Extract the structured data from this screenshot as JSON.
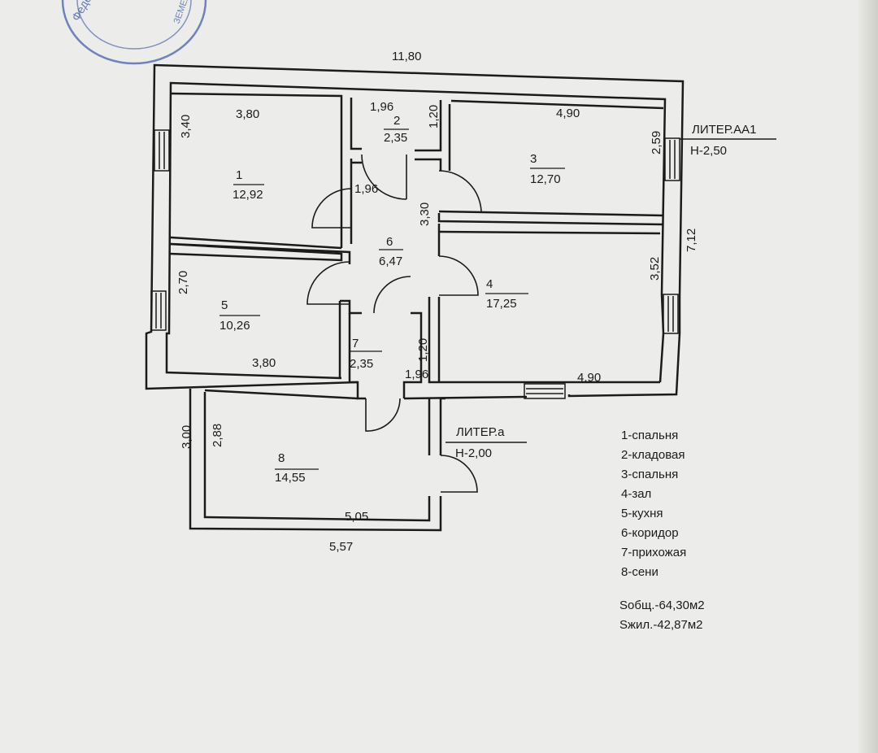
{
  "stamp": {
    "line1": "Федера",
    "line2": "ЗЕМЕЛЬ"
  },
  "overall": {
    "width_top": "11,80",
    "depth_right": "7,12"
  },
  "rooms": {
    "r1": {
      "num": "1",
      "area": "12,92",
      "w": "3,80",
      "h": "3,40"
    },
    "r2": {
      "num": "2",
      "area": "2,35",
      "w": "1,96",
      "h": "1,20",
      "w_bottom": "1,96"
    },
    "r3": {
      "num": "3",
      "area": "12,70",
      "w": "4,90",
      "h": "2,59"
    },
    "r4": {
      "num": "4",
      "area": "17,25",
      "w": "4,90",
      "h": "3,52"
    },
    "r5": {
      "num": "5",
      "area": "10,26",
      "w": "3,80",
      "h": "2,70"
    },
    "r6": {
      "num": "6",
      "area": "6,47",
      "h": "3,30"
    },
    "r7": {
      "num": "7",
      "area": "2,35",
      "w": "1,96",
      "h": "1,20"
    },
    "r8": {
      "num": "8",
      "area": "14,55",
      "w_inner": "5,05",
      "w_outer": "5,57",
      "h_inner": "2,88",
      "h_outer": "3,00"
    }
  },
  "liters": {
    "main": {
      "name": "ЛИТЕР.АА1",
      "height": "Н-2,50"
    },
    "annex": {
      "name": "ЛИТЕР.а",
      "height": "Н-2,00"
    }
  },
  "legend": [
    "1-спальня",
    "2-кладовая",
    "3-спальня",
    "4-зал",
    "5-кухня",
    "6-коридор",
    "7-прихожая",
    "8-сени"
  ],
  "totals": {
    "total": "Sобщ.-64,30м2",
    "living": "Sжил.-42,87м2"
  },
  "colors": {
    "ink": "#1b1b1b",
    "paper": "#ececea",
    "stamp": "#3a55a8"
  }
}
